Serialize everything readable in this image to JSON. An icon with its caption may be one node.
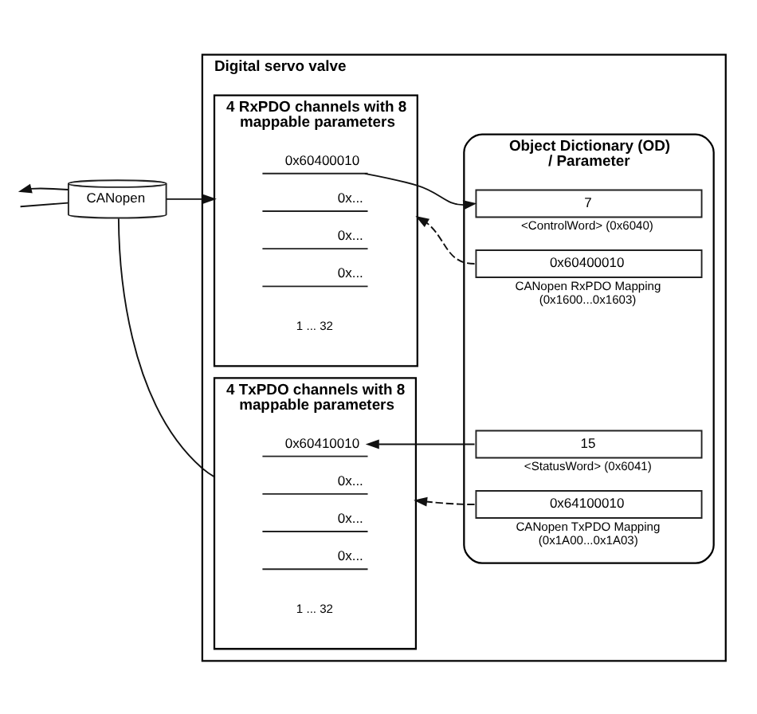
{
  "diagram": {
    "nodes": [
      {
        "text": [
          "Digital servo valve"
        ]
      },
      {
        "text": [
          "4 RxPDO channels with 8 mappable parameters"
        ],
        "in": 0,
        "beside": [
          "1 ... 32"
        ]
      },
      {
        "text": [
          "0x60400010"
        ],
        "in": 1
      },
      {
        "text": [
          "0x..."
        ],
        "in": 1
      },
      {
        "text": [
          "0x..."
        ],
        "in": 1
      },
      {
        "text": [
          "0x..."
        ],
        "in": 1
      },
      {
        "text": [
          "Object Dictionary (OD) / Parameter"
        ],
        "in": 0
      },
      {
        "text": [
          "7"
        ],
        "in": 6,
        "beside": [
          "<ControlWord> (0x6040)"
        ]
      },
      {
        "text": [
          "0x60400010"
        ],
        "in": 6,
        "beside": [
          "CANopen RxPDO Mapping (0x1600...0x1603)"
        ]
      },
      {
        "text": [
          "CANopen"
        ]
      },
      {
        "text": [
          "4 TxPDO channels with 8 mappable parameters"
        ],
        "in": 0,
        "beside": [
          "1 ... 32"
        ]
      },
      {
        "text": [
          "0x60410010"
        ],
        "in": 10
      },
      {
        "text": [
          "0x..."
        ],
        "in": 10
      },
      {
        "text": [
          "0x..."
        ],
        "in": 10
      },
      {
        "text": [
          "0x..."
        ],
        "in": 10
      },
      {
        "text": [
          "15"
        ],
        "in": 6,
        "beside": [
          "<StatusWord> (0x6041)"
        ]
      },
      {
        "text": [
          "0x64100010"
        ],
        "in": 6,
        "beside": [
          "CANopen TxPDO Mapping (0x1A00...0x1A03)"
        ]
      }
    ],
    "edges": [
      {
        "from": null,
        "to": 9,
        "arrow": "none"
      },
      {
        "from": 9,
        "to": null,
        "arrow": "to"
      },
      {
        "from": 9,
        "to": 1,
        "arrow": "to"
      },
      {
        "from": 10,
        "to": 9,
        "arrow": "none"
      },
      {
        "from": 2,
        "to": 7,
        "arrow": "to"
      },
      {
        "from": 15,
        "to": 11,
        "arrow": "to"
      },
      {
        "from": 8,
        "to": 1,
        "arrow": "to",
        "style": "dashed"
      },
      {
        "from": 16,
        "to": 10,
        "arrow": "to",
        "style": "dashed"
      }
    ]
  }
}
